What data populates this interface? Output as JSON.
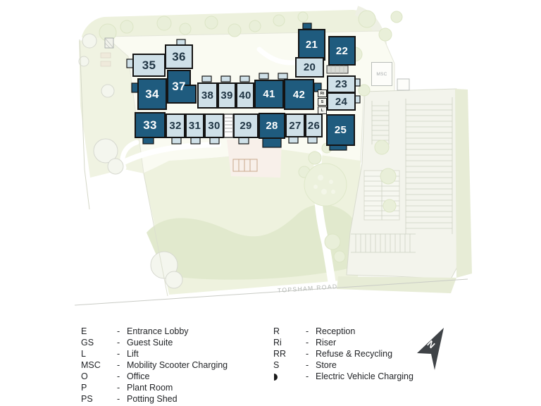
{
  "map": {
    "road_label": "TOPSHAM ROAD",
    "msc_label": "MSC",
    "utilities": {
      "riser": "Ri",
      "store": "S",
      "lift": "L"
    },
    "units": [
      {
        "number": "20",
        "type": "light"
      },
      {
        "number": "21",
        "type": "dark"
      },
      {
        "number": "22",
        "type": "dark"
      },
      {
        "number": "23",
        "type": "light"
      },
      {
        "number": "24",
        "type": "light"
      },
      {
        "number": "25",
        "type": "dark"
      },
      {
        "number": "26",
        "type": "light"
      },
      {
        "number": "27",
        "type": "light"
      },
      {
        "number": "28",
        "type": "dark"
      },
      {
        "number": "29",
        "type": "light"
      },
      {
        "number": "30",
        "type": "light"
      },
      {
        "number": "31",
        "type": "light"
      },
      {
        "number": "32",
        "type": "light"
      },
      {
        "number": "33",
        "type": "dark"
      },
      {
        "number": "34",
        "type": "dark"
      },
      {
        "number": "35",
        "type": "light"
      },
      {
        "number": "36",
        "type": "light"
      },
      {
        "number": "37",
        "type": "dark"
      },
      {
        "number": "38",
        "type": "light"
      },
      {
        "number": "39",
        "type": "light"
      },
      {
        "number": "40",
        "type": "light"
      },
      {
        "number": "41",
        "type": "dark"
      },
      {
        "number": "42",
        "type": "dark"
      }
    ]
  },
  "legend": {
    "dash": "-",
    "left": [
      {
        "abbr": "E",
        "desc": "Entrance Lobby"
      },
      {
        "abbr": "GS",
        "desc": "Guest Suite"
      },
      {
        "abbr": "L",
        "desc": "Lift"
      },
      {
        "abbr": "MSC",
        "desc": "Mobility Scooter Charging"
      },
      {
        "abbr": "O",
        "desc": "Office"
      },
      {
        "abbr": "P",
        "desc": "Plant Room"
      },
      {
        "abbr": "PS",
        "desc": "Potting Shed"
      }
    ],
    "right": [
      {
        "abbr": "R",
        "desc": "Reception"
      },
      {
        "abbr": "Ri",
        "desc": "Riser"
      },
      {
        "abbr": "RR",
        "desc": "Refuse & Recycling"
      },
      {
        "abbr": "S",
        "desc": "Store"
      },
      {
        "abbr": "",
        "symbol": "ev-charging-half-circle",
        "desc": "Electric Vehicle Charging"
      }
    ]
  },
  "compass": {
    "label": "N"
  },
  "colors": {
    "unit_dark": "#1f5b7e",
    "unit_light": "#cfe0e8",
    "outline": "#141414",
    "compass": "#3f4347",
    "lawn": "#eef2de",
    "lawn_dark": "#e1e9cd"
  }
}
